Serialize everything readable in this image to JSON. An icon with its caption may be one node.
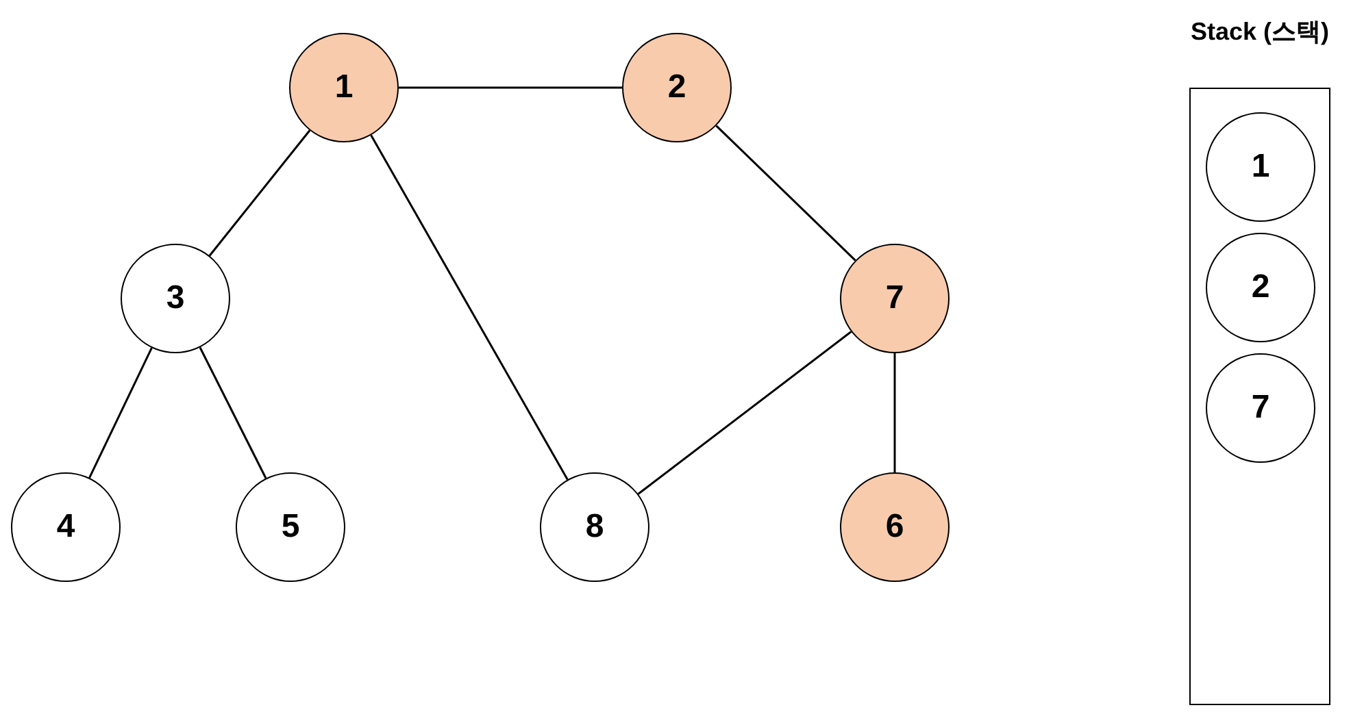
{
  "diagram": {
    "nodes": [
      {
        "text": [
          "1"
        ]
      },
      {
        "text": [
          "2"
        ]
      },
      {
        "text": [
          "3"
        ]
      },
      {
        "text": [
          "7"
        ]
      },
      {
        "text": [
          "4"
        ]
      },
      {
        "text": [
          "5"
        ]
      },
      {
        "text": [
          "8"
        ]
      },
      {
        "text": [
          "6"
        ]
      },
      {
        "text": [
          "Stack (스택)"
        ]
      },
      {
        "text": [
          "1"
        ],
        "in": 8
      },
      {
        "text": [
          "2"
        ],
        "in": 8
      },
      {
        "text": [
          "7"
        ],
        "in": 8
      }
    ],
    "edges": [
      {
        "from": 0,
        "to": 1,
        "arrow": "none"
      },
      {
        "from": 0,
        "to": 2,
        "arrow": "none"
      },
      {
        "from": 0,
        "to": 6,
        "arrow": "none"
      },
      {
        "from": 1,
        "to": 3,
        "arrow": "none"
      },
      {
        "from": 2,
        "to": 4,
        "arrow": "none"
      },
      {
        "from": 2,
        "to": 5,
        "arrow": "none"
      },
      {
        "from": 3,
        "to": 6,
        "arrow": "none"
      },
      {
        "from": 3,
        "to": 7,
        "arrow": "none"
      }
    ]
  }
}
